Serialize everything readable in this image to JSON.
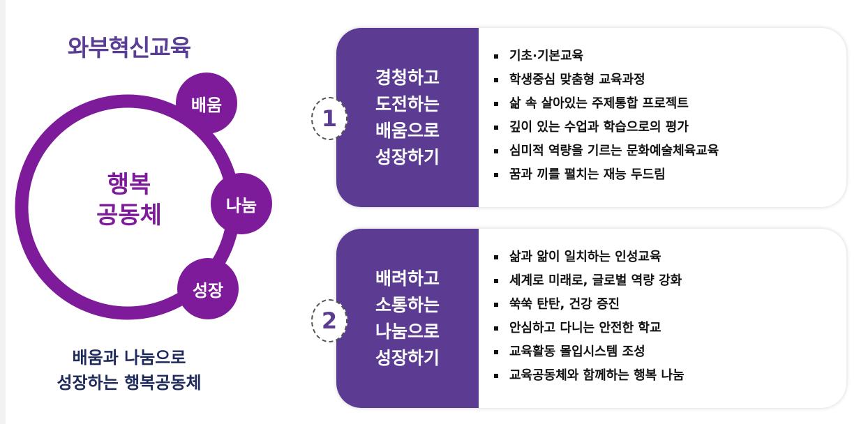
{
  "title": "와부혁신교육",
  "diagram": {
    "center_line1": "행복",
    "center_line2": "공동체",
    "nodes": [
      "배움",
      "나눔",
      "성장"
    ],
    "caption_line1": "배움과 나눔으로",
    "caption_line2": "성장하는 행복공동체",
    "color": "#7e1b9b"
  },
  "cards": [
    {
      "number": "1",
      "heading": [
        "경청하고",
        "도전하는",
        "배움으로",
        "성장하기"
      ],
      "items": [
        "기초·기본교육",
        "학생중심 맞춤형 교육과정",
        "삶 속 살아있는 주제통합 프로젝트",
        "깊이 있는 수업과 학습으로의 평가",
        "심미적 역량을 기르는 문화예술체육교육",
        "꿈과 끼를 펼치는 재능 두드림"
      ]
    },
    {
      "number": "2",
      "heading": [
        "배려하고",
        "소통하는",
        "나눔으로",
        "성장하기"
      ],
      "items": [
        "삶과 앎이 일치하는 인성교육",
        "세계로 미래로, 글로벌 역량 강화",
        "쑥쑥 탄탄, 건강 증진",
        "안심하고 다니는 안전한 학교",
        "교육활동 몰입시스템 조성",
        "교육공동체와 함께하는 행복 나눔"
      ]
    }
  ]
}
